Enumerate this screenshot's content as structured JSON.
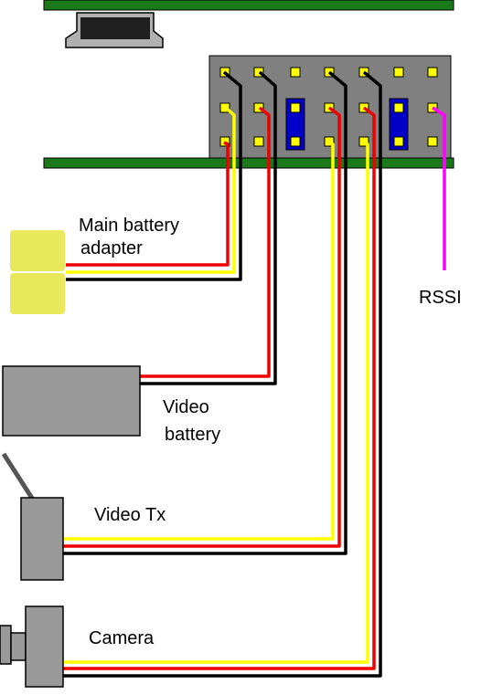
{
  "labels": {
    "main_battery_line1": "Main battery",
    "main_battery_line2": "adapter",
    "rssi": "RSSI",
    "video_battery_line1": "Video",
    "video_battery_line2": "battery",
    "video_tx": "Video Tx",
    "camera": "Camera"
  },
  "colors": {
    "pcb_green": "#1a7a1a",
    "header_gray": "#808080",
    "pin_yellow": "#ffff00",
    "jumper_blue": "#0000c8",
    "wire_black": "#000000",
    "wire_red": "#ee0000",
    "wire_yellow": "#ffff00",
    "wire_magenta": "#ff00ff",
    "battery_adapter": "#e8e85a",
    "device_gray": "#999999"
  },
  "icons": [
    "usb-connector-icon",
    "battery-adapter-icon",
    "video-battery-icon",
    "video-transmitter-icon",
    "camera-icon"
  ]
}
